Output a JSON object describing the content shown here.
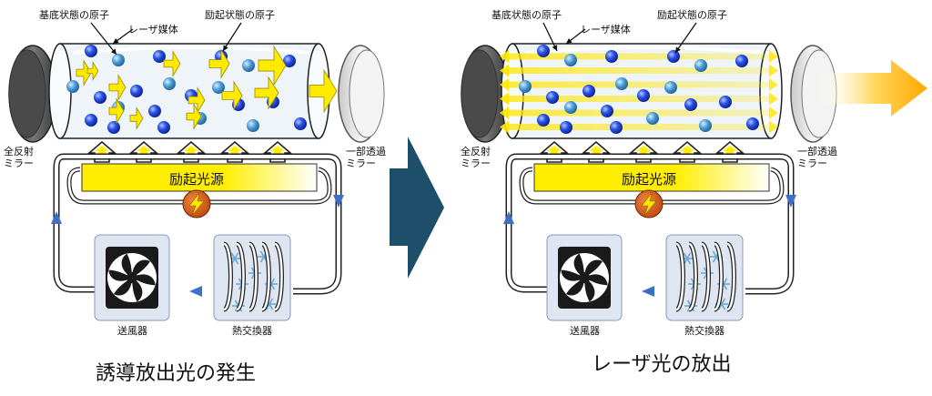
{
  "colors": {
    "tube_fill": "#eef4f8",
    "pump_yellow": "#ffee00",
    "arrow_yellow": "#ffeb00",
    "laser_orange": "#ffb000",
    "ground_atom": "#4a9bd6",
    "excited_atom": "#1a3fd6",
    "center_arrow": "#1d4f6a",
    "circuit_box": "#dfe6f2"
  },
  "panels": [
    {
      "id": "left",
      "labels": {
        "ground_atom": "基底状態の原子",
        "medium": "レーザ媒体",
        "excited_atom": "励起状態の原子",
        "full_mirror": "全反射\nミラー",
        "partial_mirror": "一部透過\nミラー",
        "pump_source": "励起光源",
        "fan": "送風器",
        "heat_exchanger": "熱交換器"
      },
      "caption": "誘導放出光の発生"
    },
    {
      "id": "right",
      "labels": {
        "ground_atom": "基底状態の原子",
        "medium": "レーザ媒体",
        "excited_atom": "励起状態の原子",
        "full_mirror": "全反射\nミラー",
        "partial_mirror": "一部透過\nミラー",
        "pump_source": "励起光源",
        "fan": "送風器",
        "heat_exchanger": "熱交換器"
      },
      "caption": "レーザ光の放出"
    }
  ],
  "icons": {
    "power": "lightning-bolt-icon",
    "fan": "fan-icon",
    "heat": "snowflake-icon",
    "transition": "next-step-arrow-icon"
  }
}
